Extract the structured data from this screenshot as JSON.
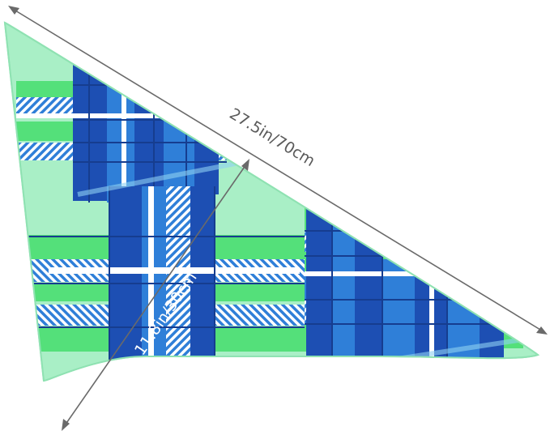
{
  "product": {
    "name": "Plaid triangle bandana",
    "colors": {
      "background": "#a9efc6",
      "blue_dark": "#1d4fb3",
      "blue_mid": "#2f7fd8",
      "blue_light": "#8fd0f2",
      "green": "#54e07a",
      "white": "#ffffff",
      "outline": "#163d8f",
      "dimension_line": "#6a6a6a"
    }
  },
  "dimensions": {
    "long_edge_label": "27.5in/70cm",
    "height_label": "11.8in/30cm"
  }
}
